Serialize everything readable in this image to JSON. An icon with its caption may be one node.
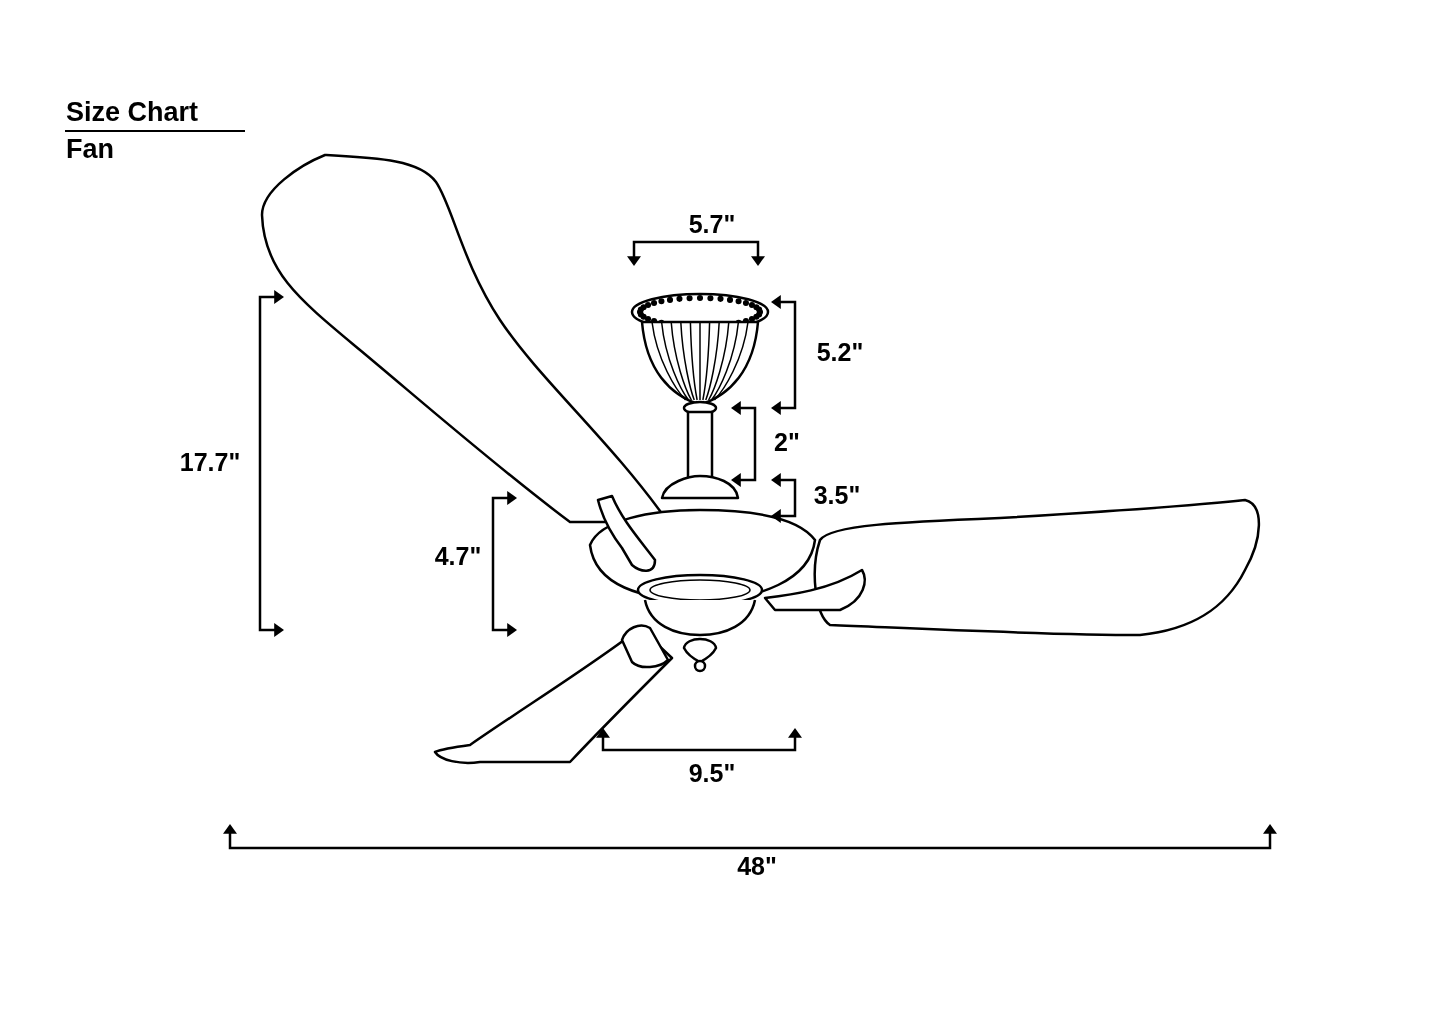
{
  "diagram": {
    "title": "Size Chart",
    "labels": [
      "Fan",
      "5.7\"",
      "5.2\"",
      "2\"",
      "3.5\"",
      "17.7\"",
      "4.7\"",
      "9.5\"",
      "48\""
    ]
  }
}
